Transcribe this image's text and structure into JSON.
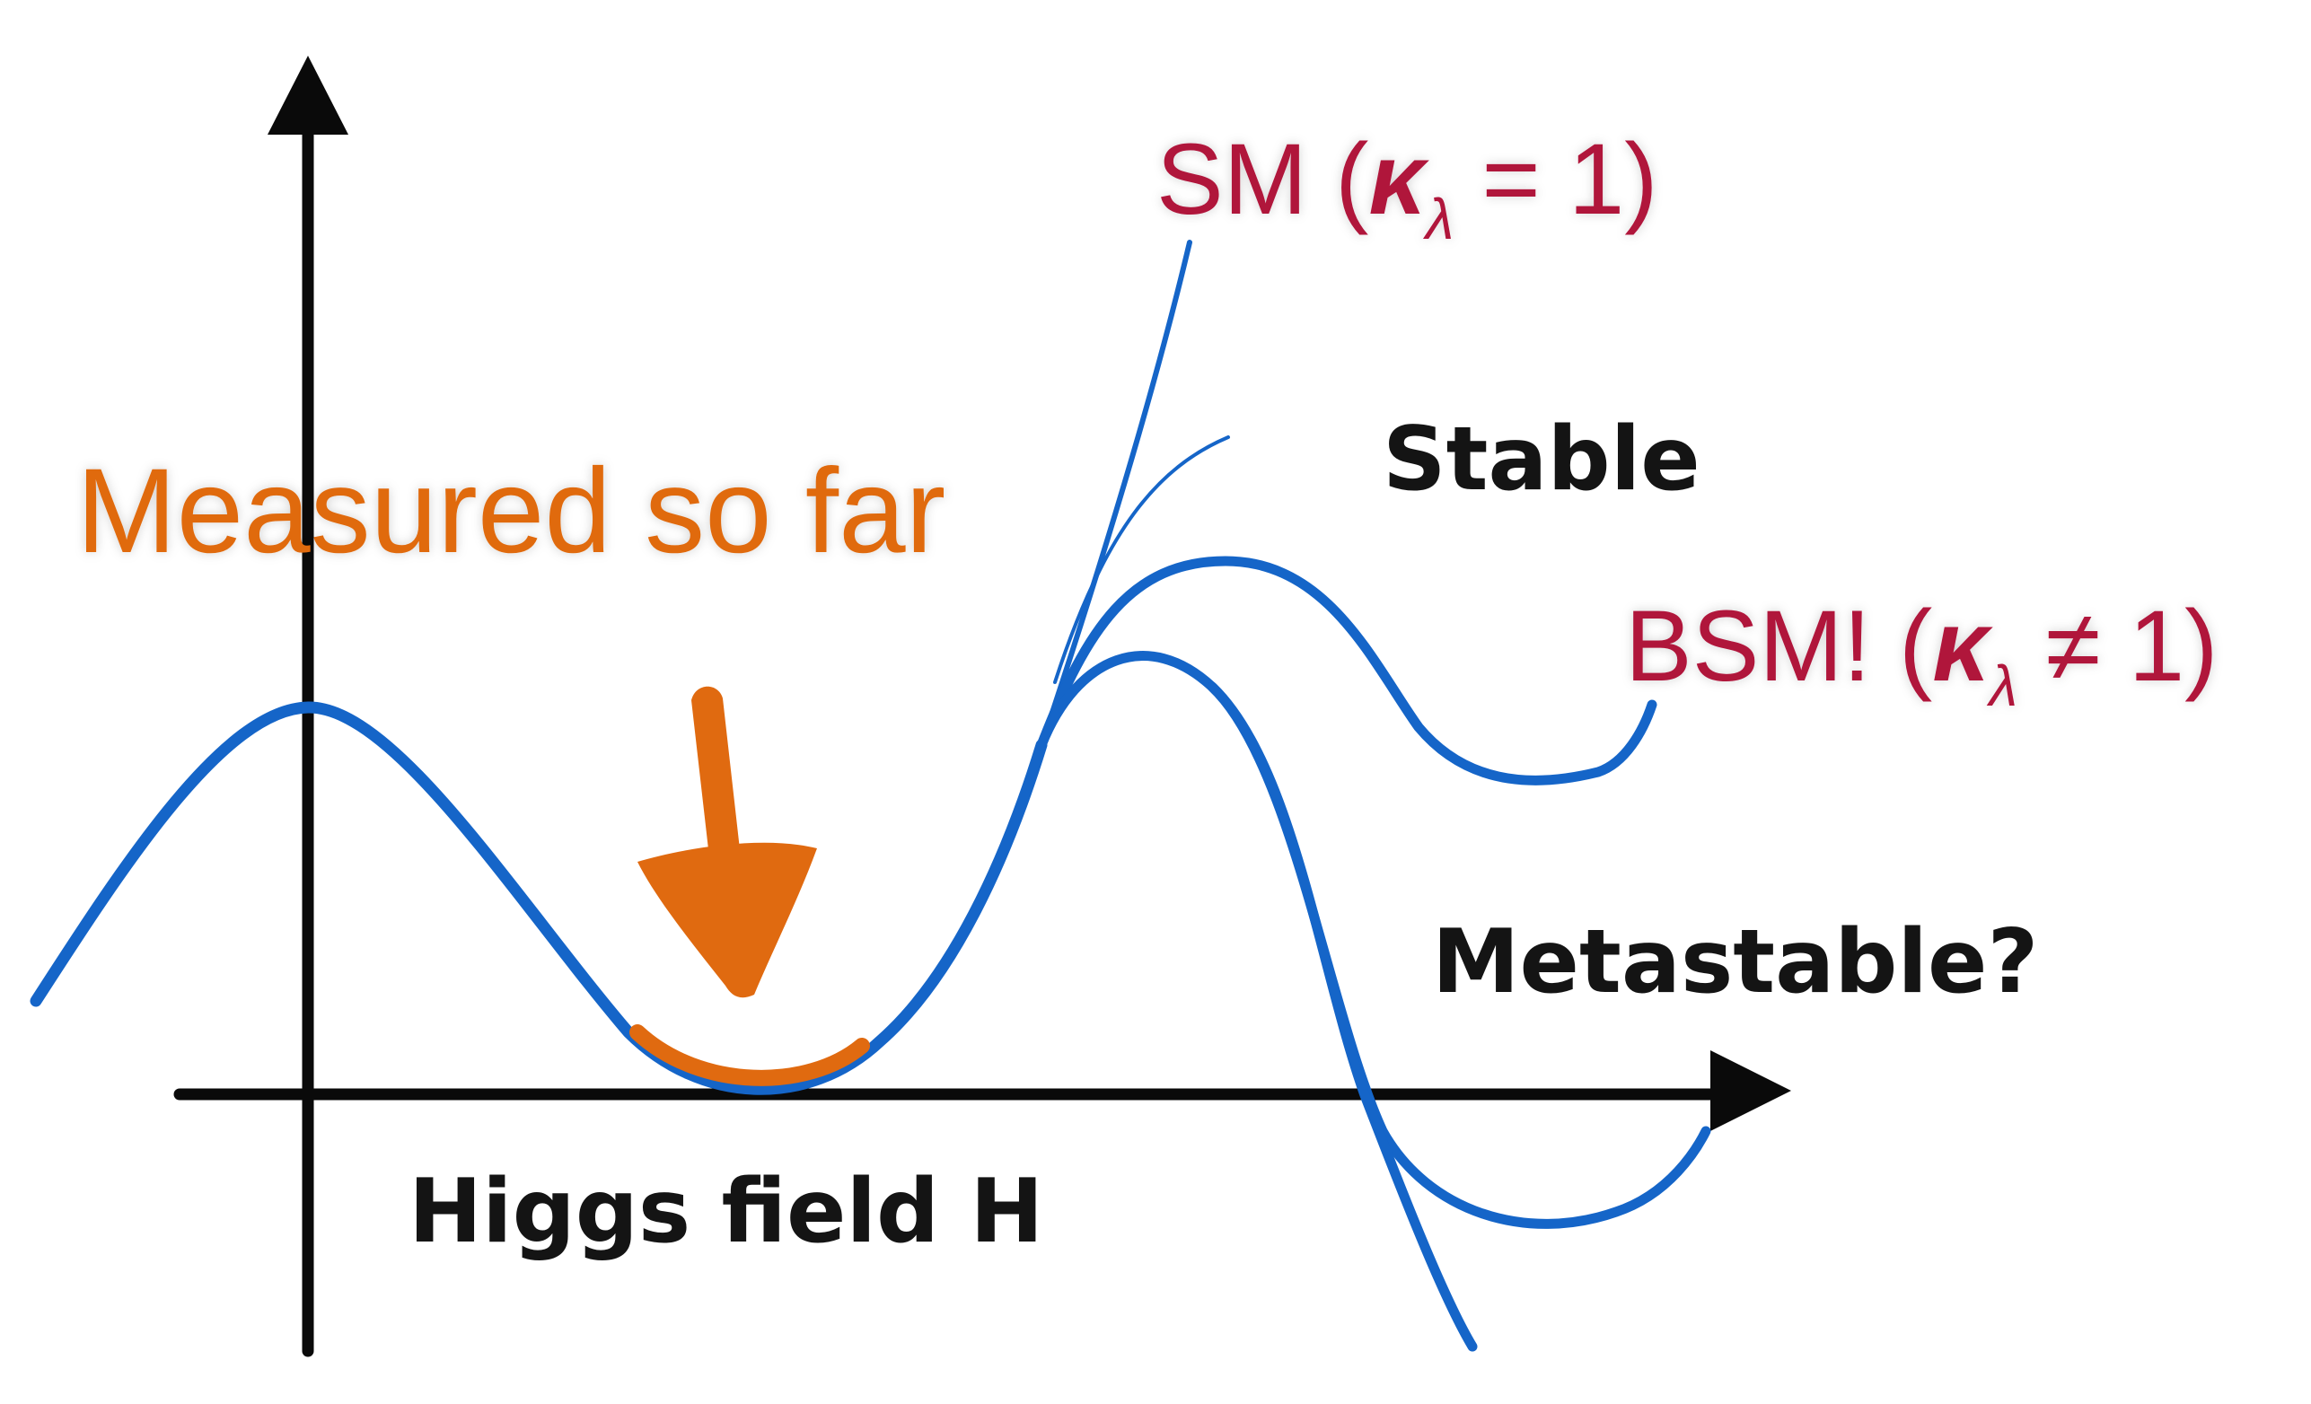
{
  "labels": {
    "sm_prefix": "SM (",
    "sm_kappa": "κ",
    "sm_sub": "λ",
    "sm_suffix": " = 1)",
    "bsm_prefix": "BSM! (",
    "bsm_kappa": "κ",
    "bsm_sub": "λ",
    "bsm_suffix": " ≠ 1)",
    "stable": "Stable",
    "metastable": "Metastable?",
    "measured": "Measured so far",
    "x_axis": "Higgs field H"
  },
  "colors": {
    "potential": "#1565c8",
    "measured": "#e06a10",
    "sm_label": "#b0123a",
    "axis": "#0a0a0a"
  },
  "icons": {
    "arrow": "down-arrow-icon"
  }
}
